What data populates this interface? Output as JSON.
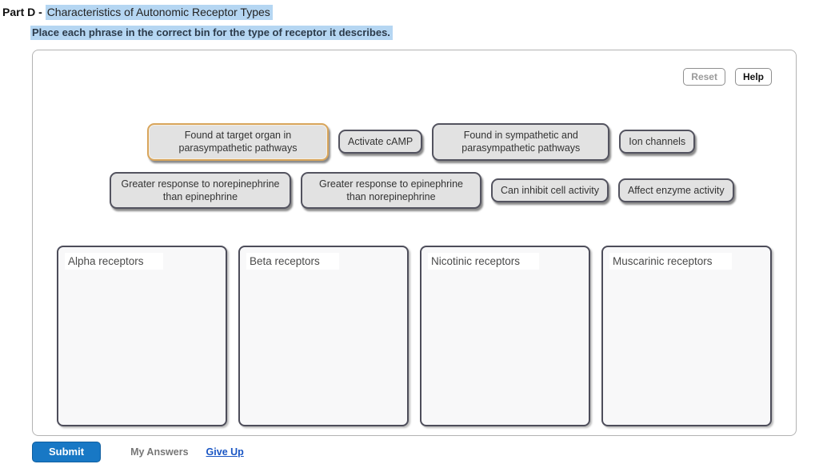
{
  "header": {
    "part_label": "Part D - ",
    "title": "Characteristics of Autonomic Receptor Types",
    "instruction": "Place each phrase in the correct bin for the type of receptor it describes."
  },
  "toolbar": {
    "reset_label": "Reset",
    "help_label": "Help"
  },
  "chips": {
    "row1": [
      {
        "label": "Found at target organ in parasympathetic pathways",
        "selected": true
      },
      {
        "label": "Activate cAMP",
        "selected": false
      },
      {
        "label": "Found in sympathetic and parasympathetic pathways",
        "selected": false
      },
      {
        "label": "Ion channels",
        "selected": false
      }
    ],
    "row2": [
      {
        "label": "Greater response to norepinephrine than epinephrine",
        "selected": false
      },
      {
        "label": "Greater response to epinephrine than norepinephrine",
        "selected": false
      },
      {
        "label": "Can inhibit cell activity",
        "selected": false
      },
      {
        "label": "Affect enzyme activity",
        "selected": false
      }
    ]
  },
  "bins": [
    {
      "label": "Alpha receptors",
      "items": []
    },
    {
      "label": "Beta receptors",
      "items": []
    },
    {
      "label": "Nicotinic receptors",
      "items": []
    },
    {
      "label": "Muscarinic receptors",
      "items": []
    }
  ],
  "footer": {
    "submit_label": "Submit",
    "my_answers_label": "My Answers",
    "give_up_label": "Give Up"
  },
  "colors": {
    "highlight_blue": "#b5d6f2",
    "submit_blue": "#1878c5",
    "selected_chip_border": "#d8a55c",
    "chip_fill": "#e2e2e2",
    "chip_border": "#53535f",
    "bin_fill": "#f8f8f9"
  }
}
